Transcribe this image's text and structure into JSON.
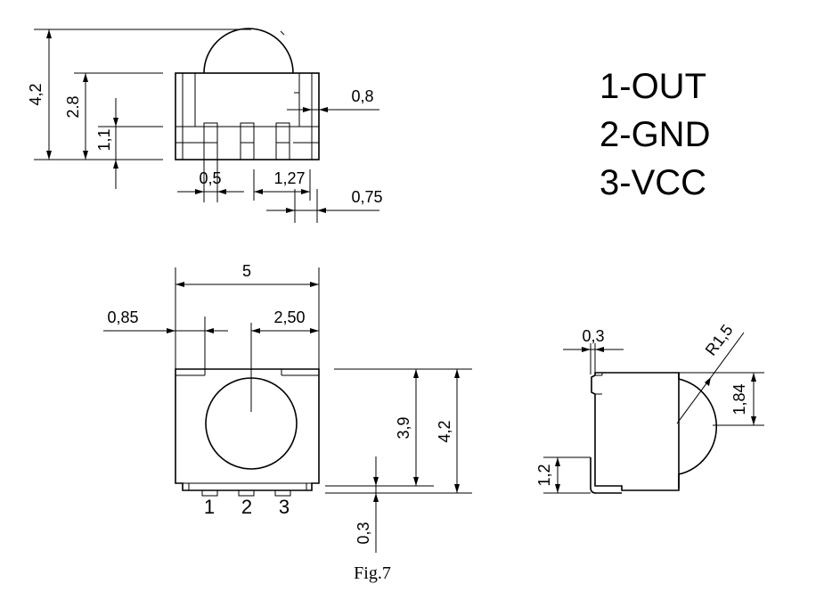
{
  "pinout": [
    "1-OUT",
    "2-GND",
    "3-VCC"
  ],
  "side_view": {
    "height_total": "4,2",
    "height_body": "2.8",
    "height_pin": "1,1",
    "lead_width": "0,8",
    "pin_width": "0,5",
    "pin_pitch": "1,27",
    "lead_spacing": "0,75"
  },
  "top_view": {
    "width": "5",
    "offset_left": "0,85",
    "half_width": "2,50",
    "height_inner": "3,9",
    "height_outer": "4,2",
    "standoff": "0,3",
    "pin_labels": [
      "1",
      "2",
      "3"
    ]
  },
  "end_view": {
    "lead_thickness": "0,3",
    "lens_radius": "R1,5",
    "lens_height": "1,84",
    "lead_height": "1,2"
  },
  "caption": "Fig.7"
}
